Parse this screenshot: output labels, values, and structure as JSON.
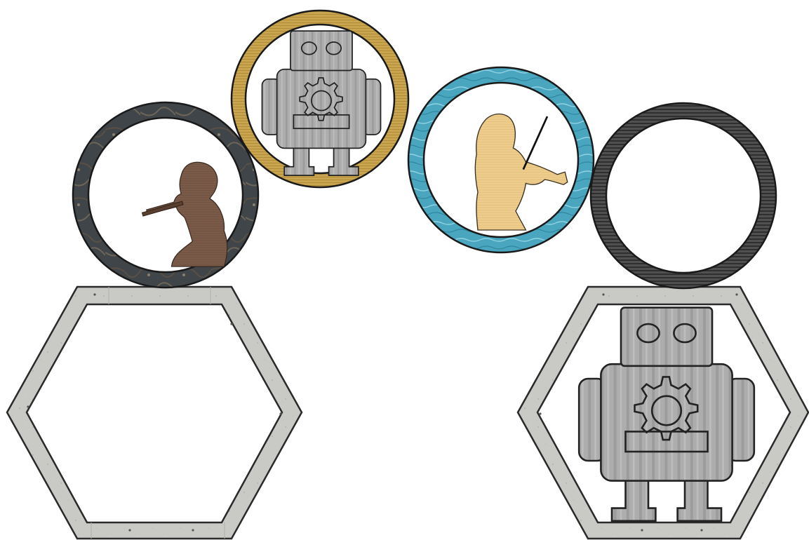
{
  "scene": {
    "hexagons": [
      {
        "id": "hex-left",
        "contents": "empty"
      },
      {
        "id": "hex-right",
        "contents": "robot"
      }
    ],
    "rings": [
      {
        "id": "ring-1",
        "material": "dark-marble",
        "contents": "flute-player"
      },
      {
        "id": "ring-2",
        "material": "gold",
        "contents": "robot"
      },
      {
        "id": "ring-3",
        "material": "water",
        "contents": "violin-player"
      },
      {
        "id": "ring-4",
        "material": "dark-metal",
        "contents": "empty"
      }
    ]
  },
  "colors": {
    "concrete": "#c6c6c3",
    "metal": "#a9a9a9",
    "gold": "#c9a54f",
    "water": "#4aa6be",
    "dark_marble": "#3f4548",
    "dark_metal": "#3c3c3c",
    "flute_player": "#7a5a48",
    "violin_player": "#eecd8c"
  }
}
